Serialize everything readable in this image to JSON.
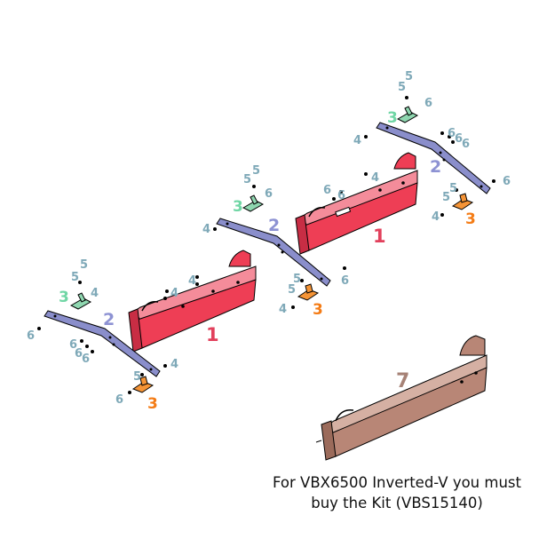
{
  "colors": {
    "part1": "#ee3e55",
    "part2": "#8a8ecb",
    "part3": "#8fd7b0",
    "part3_foot": "#f59436",
    "part7": "#b88676",
    "num1": "#e2405c",
    "num2": "#8d92d3",
    "num3_green": "#70d6a5",
    "num3_orange": "#f47c16",
    "small_num": "#7fa9b8",
    "num7": "#a68276"
  },
  "labels": {
    "one": "1",
    "two": "2",
    "three": "3",
    "four": "4",
    "five": "5",
    "six": "6",
    "seven": "7"
  },
  "caption": {
    "line1": "For VBX6500 Inverted-V you must",
    "line2": "buy the Kit (VBS15140)"
  }
}
